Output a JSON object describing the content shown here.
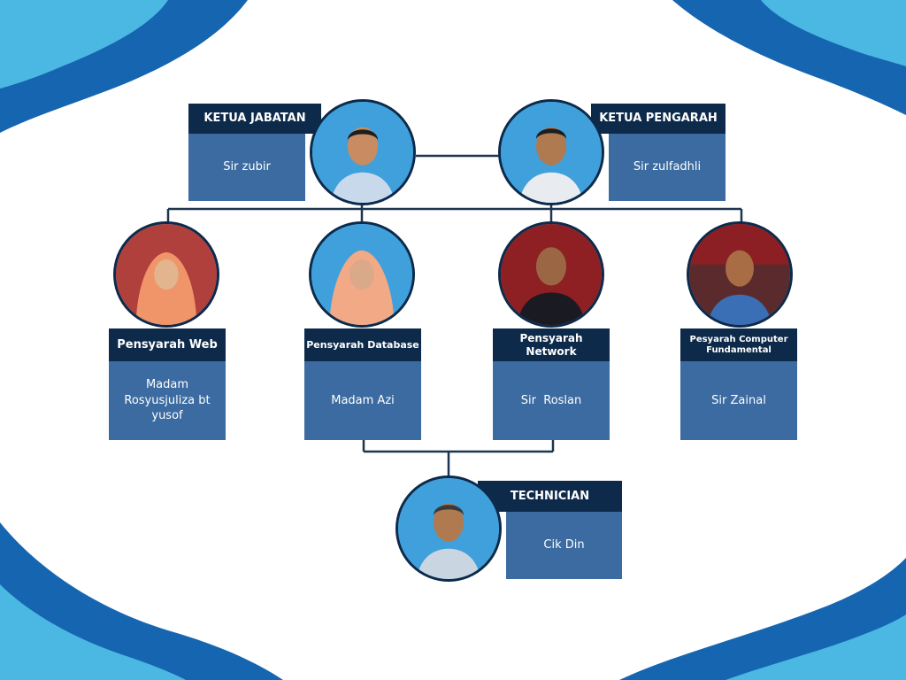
{
  "nodes": {
    "ketua_jabatan": {
      "role": "KETUA JABATAN",
      "name": "Sir zubir"
    },
    "ketua_pengarah": {
      "role": "KETUA PENGARAH",
      "name": "Sir zulfadhli"
    },
    "pensyarah_web": {
      "role": "Pensyarah Web",
      "name": "Madam Rosyusjuliza bt yusof"
    },
    "pensyarah_database": {
      "role": "Pensyarah Database",
      "name": "Madam Azi"
    },
    "pensyarah_network": {
      "role": "Pensyarah Network",
      "name": "Sir  Roslan"
    },
    "pensyarah_computer": {
      "role": "Pesyarah Computer Fundamental",
      "name": "Sir Zainal"
    },
    "technician": {
      "role": "TECHNICIAN",
      "name": "Cik Din"
    }
  },
  "colors": {
    "role_box": "#0d2a4a",
    "name_box": "#3b6ba0",
    "connector": "#1c3550",
    "wave_dark": "#1565b0",
    "wave_light": "#4bb7e3"
  },
  "photos": {
    "ketua_jabatan": "portrait-icon",
    "ketua_pengarah": "portrait-icon",
    "pensyarah_web": "portrait-hijab-icon",
    "pensyarah_database": "portrait-hijab-icon",
    "pensyarah_network": "portrait-icon",
    "pensyarah_computer": "portrait-icon",
    "technician": "portrait-icon"
  }
}
